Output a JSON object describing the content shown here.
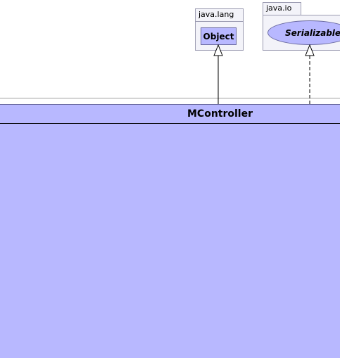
{
  "packages": {
    "lang": {
      "name": "java.lang",
      "class_name": "Object"
    },
    "io": {
      "name": "java.io",
      "interface_name": "Serializable"
    }
  },
  "main_class": {
    "name": "MController"
  },
  "colors": {
    "class_fill": "#b8b8ff",
    "package_fill": "#f3f3f9",
    "border": "#6a6aa0"
  },
  "relations": [
    {
      "from": "MController",
      "to": "Object",
      "kind": "extends"
    },
    {
      "from": "MController",
      "to": "Serializable",
      "kind": "implements"
    }
  ]
}
